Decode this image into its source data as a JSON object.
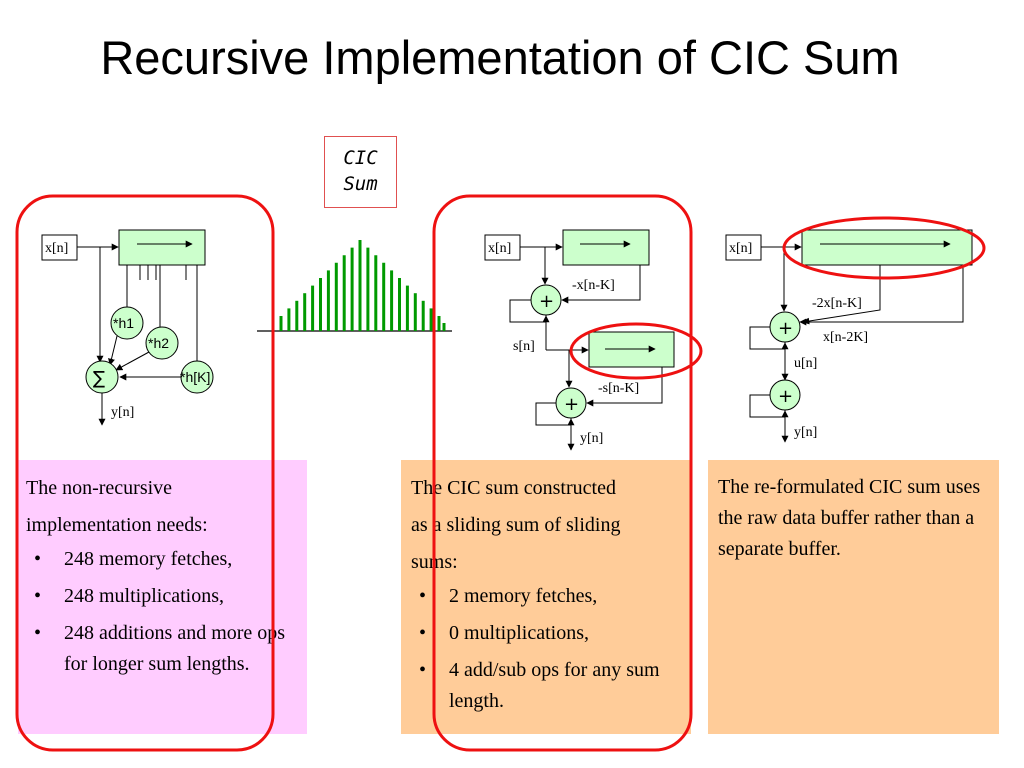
{
  "title": "Recursive Implementation of CIC Sum",
  "cic_label": {
    "line1": "CIC",
    "line2": "Sum"
  },
  "diagram1": {
    "input": "x[n]",
    "taps": [
      "*h1",
      "*h2",
      "*h[K]"
    ],
    "sum_symbol": "∑",
    "output": "y[n]"
  },
  "diagram2": {
    "input": "x[n]",
    "delay_out": "-x[n-K]",
    "adder": "+",
    "mid": "s[n]",
    "delay2_out": "-s[n-K]",
    "adder2": "+",
    "output": "y[n]"
  },
  "diagram3": {
    "input": "x[n]",
    "tap1": "-2x[n-K]",
    "tap2": "x[n-2K]",
    "adder": "+",
    "mid": "u[n]",
    "adder2": "+",
    "output": "y[n]"
  },
  "panel1": {
    "intro_line1": "The non-recursive",
    "intro_line2": "implementation needs:",
    "bullets": [
      "248 memory fetches,",
      "248 multiplications,",
      "248 additions and more ops for longer sum lengths."
    ]
  },
  "panel2": {
    "intro_line1": "The CIC sum constructed",
    "intro_line2": "as a sliding sum of sliding",
    "intro_line3": "sums:",
    "bullets": [
      "2 memory fetches,",
      "0 multiplications,",
      "4 add/sub ops for any sum length."
    ]
  },
  "panel3": {
    "text": "The re-formulated CIC sum uses the raw data buffer rather than a separate buffer."
  },
  "colors": {
    "block_fill": "#ccffcc",
    "stem": "#009900",
    "highlight": "#ee1111",
    "pink": "#ffccff",
    "orange": "#ffcc99"
  }
}
